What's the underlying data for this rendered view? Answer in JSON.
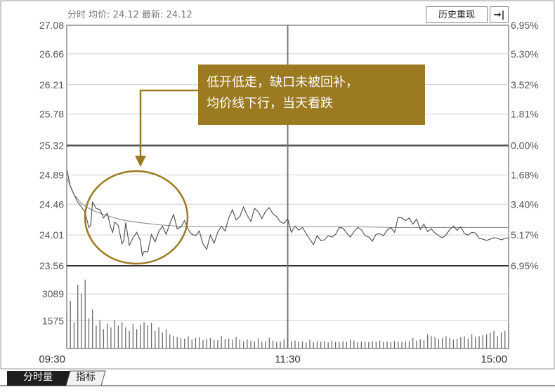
{
  "header": {
    "mode_label": "分时",
    "avg_label": "均价:",
    "avg_value": "24.12",
    "latest_label": "最新:",
    "latest_value": "24.12"
  },
  "toolbar": {
    "history_button": "历史重现",
    "exit_icon": "→|"
  },
  "tabs": [
    {
      "label": "分时量",
      "active": true
    },
    {
      "label": "指标",
      "active": false
    }
  ],
  "annotation": {
    "line1": "低开低走，缺口未被回补，",
    "line2": "均价线下行，当天看跌"
  },
  "chart_data": {
    "type": "line",
    "price_axis": {
      "ylim": [
        23.56,
        27.08
      ],
      "left_ticks": [
        "27.08",
        "26.66",
        "26.21",
        "25.78",
        "25.32",
        "24.89",
        "24.46",
        "24.01",
        "23.56"
      ],
      "tick_values": [
        27.08,
        26.66,
        26.21,
        25.78,
        25.32,
        24.89,
        24.46,
        24.01,
        23.56
      ],
      "right_ticks": [
        "6.95%",
        "5.30%",
        "3.52%",
        "1.81%",
        "0.00%",
        "1.68%",
        "3.40%",
        "5.17%",
        "6.95%"
      ],
      "prev_close": 25.32
    },
    "volume_axis": {
      "ticks": [
        "3089",
        "1575"
      ],
      "tick_values": [
        3089,
        1575
      ],
      "ylim": [
        0,
        4600
      ]
    },
    "x_axis": {
      "ticks": [
        "09:30",
        "11:30",
        "15:00"
      ],
      "tick_minutes": [
        0,
        120,
        240
      ],
      "xlim": [
        0,
        240
      ]
    },
    "series": [
      {
        "name": "price",
        "x": [
          0,
          2,
          4,
          6,
          8,
          10,
          12,
          13,
          14,
          16,
          18,
          20,
          22,
          24,
          25,
          26,
          28,
          30,
          31,
          32,
          34,
          36,
          38,
          40,
          41,
          42,
          44,
          46,
          48,
          50,
          52,
          54,
          56,
          58,
          60,
          62,
          64,
          66,
          68,
          70,
          72,
          74,
          76,
          78,
          80,
          82,
          84,
          86,
          88,
          90,
          92,
          94,
          96,
          98,
          100,
          102,
          104,
          106,
          108,
          110,
          112,
          114,
          116,
          118,
          120,
          122,
          124,
          126,
          128,
          130,
          132,
          134,
          136,
          138,
          140,
          142,
          144,
          146,
          148,
          150,
          152,
          154,
          156,
          158,
          160,
          162,
          164,
          166,
          168,
          170,
          172,
          174,
          176,
          178,
          180,
          182,
          184,
          186,
          188,
          190,
          192,
          194,
          196,
          198,
          200,
          202,
          204,
          206,
          208,
          210,
          212,
          214,
          216,
          218,
          220,
          222,
          224,
          226,
          228,
          230,
          232,
          234,
          236,
          238,
          240
        ],
        "values": [
          24.97,
          24.72,
          24.6,
          24.49,
          24.42,
          24.34,
          24.12,
          24.15,
          24.49,
          24.4,
          24.38,
          24.26,
          24.33,
          24.11,
          24.05,
          24.2,
          24.15,
          23.88,
          23.93,
          24.19,
          23.86,
          23.97,
          24.05,
          23.93,
          23.71,
          23.77,
          23.76,
          24.02,
          23.91,
          24.06,
          24.14,
          24.02,
          24.18,
          24.31,
          24.1,
          24.13,
          24.22,
          24.09,
          24.02,
          24.0,
          24.07,
          23.88,
          23.8,
          24.01,
          23.89,
          24.05,
          24.14,
          24.07,
          24.26,
          24.38,
          24.23,
          24.28,
          24.42,
          24.3,
          24.21,
          24.4,
          24.35,
          24.25,
          24.36,
          24.41,
          24.32,
          24.28,
          24.2,
          24.18,
          24.25,
          24.05,
          24.14,
          24.08,
          24.12,
          24.03,
          23.95,
          23.87,
          24.0,
          23.93,
          23.94,
          24.0,
          23.98,
          24.02,
          24.12,
          24.11,
          24.04,
          23.98,
          24.06,
          24.12,
          24.09,
          24.0,
          23.98,
          23.92,
          24.02,
          24.03,
          24.0,
          24.08,
          24.12,
          24.05,
          24.27,
          24.26,
          24.22,
          24.26,
          24.17,
          24.24,
          24.09,
          24.17,
          24.06,
          24.1,
          24.04,
          24.0,
          23.97,
          24.01,
          24.09,
          24.14,
          24.08,
          24.13,
          24.03,
          24.01,
          24.05,
          24.04,
          23.96,
          23.95,
          23.93,
          23.95,
          23.97,
          23.96,
          23.94,
          23.96,
          23.97
        ]
      },
      {
        "name": "average",
        "x": [
          0,
          4,
          8,
          12,
          16,
          20,
          26,
          32,
          40,
          50,
          60,
          70,
          80,
          90,
          100,
          110,
          120,
          140,
          160,
          180,
          200,
          220,
          240
        ],
        "values": [
          24.85,
          24.6,
          24.47,
          24.4,
          24.35,
          24.31,
          24.26,
          24.22,
          24.19,
          24.16,
          24.14,
          24.13,
          24.13,
          24.13,
          24.13,
          24.13,
          24.13,
          24.13,
          24.13,
          24.12,
          24.12,
          24.12,
          24.12
        ]
      },
      {
        "name": "volume",
        "x": [
          0,
          2,
          4,
          6,
          8,
          10,
          12,
          14,
          16,
          18,
          20,
          22,
          24,
          26,
          28,
          30,
          32,
          34,
          36,
          38,
          40,
          42,
          44,
          46,
          48,
          50,
          52,
          54,
          56,
          58,
          60,
          62,
          64,
          66,
          68,
          70,
          72,
          74,
          76,
          78,
          80,
          82,
          84,
          86,
          88,
          90,
          92,
          94,
          96,
          98,
          100,
          102,
          104,
          106,
          108,
          110,
          112,
          114,
          116,
          118,
          120,
          122,
          124,
          126,
          128,
          130,
          132,
          134,
          136,
          138,
          140,
          142,
          144,
          146,
          148,
          150,
          152,
          154,
          156,
          158,
          160,
          162,
          164,
          166,
          168,
          170,
          172,
          174,
          176,
          178,
          180,
          182,
          184,
          186,
          188,
          190,
          192,
          194,
          196,
          198,
          200,
          202,
          204,
          206,
          208,
          210,
          212,
          214,
          216,
          218,
          220,
          222,
          224,
          226,
          228,
          230,
          232,
          234,
          236,
          238,
          240
        ],
        "values": [
          2000,
          2700,
          1500,
          3600,
          3100,
          3900,
          1700,
          2200,
          1300,
          1600,
          1100,
          1400,
          1200,
          1600,
          1300,
          1500,
          1200,
          1000,
          1400,
          1100,
          1350,
          1500,
          1300,
          1450,
          1000,
          1200,
          900,
          1100,
          800,
          700,
          650,
          600,
          560,
          700,
          500,
          600,
          640,
          480,
          550,
          600,
          500,
          480,
          700,
          520,
          560,
          500,
          650,
          480,
          420,
          520,
          450,
          400,
          560,
          380,
          420,
          600,
          450,
          380,
          400,
          520,
          550,
          420,
          450,
          380,
          400,
          350,
          480,
          360,
          420,
          380,
          400,
          350,
          450,
          380,
          360,
          420,
          380,
          500,
          450,
          350,
          400,
          380,
          360,
          420,
          380,
          450,
          380,
          400,
          350,
          420,
          380,
          380,
          400,
          420,
          600,
          450,
          520,
          480,
          800,
          700,
          650,
          540,
          600,
          700,
          600,
          500,
          560,
          650,
          700,
          550,
          800,
          650,
          700,
          750,
          800,
          900,
          1000,
          700,
          900,
          1000,
          1300
        ]
      }
    ]
  }
}
